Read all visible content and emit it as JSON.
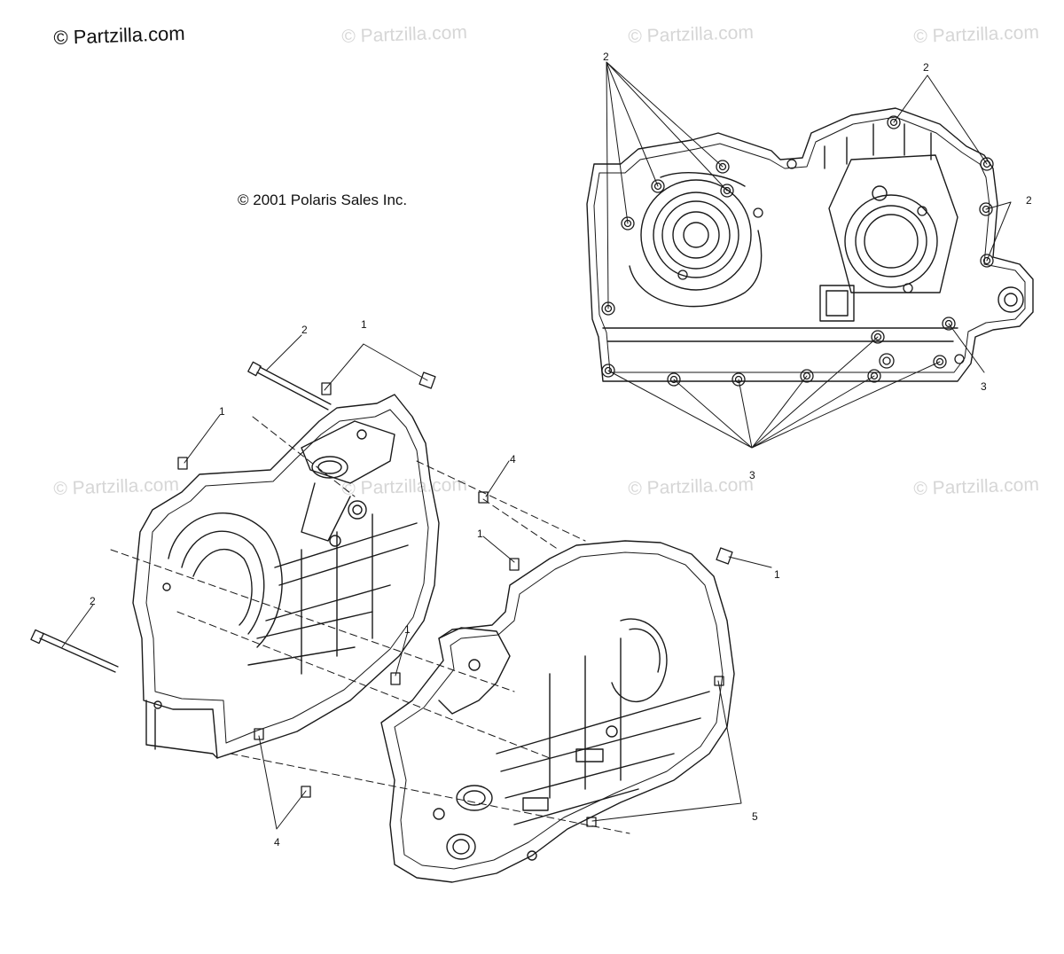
{
  "watermark": {
    "main": "© Partzilla.com",
    "faded": "© Partzilla.com"
  },
  "copyright": "© 2001 Polaris Sales Inc.",
  "callouts": {
    "inset_2_top_left": "2",
    "inset_2_top_right": "2",
    "inset_2_right": "2",
    "inset_3_right": "3",
    "inset_3_bottom": "3",
    "exploded_2_top": "2",
    "exploded_1_top": "1",
    "exploded_1_left": "1",
    "exploded_4_top": "4",
    "exploded_1_mid": "1",
    "exploded_1_right": "1",
    "exploded_2_left": "2",
    "exploded_1_lower": "1",
    "exploded_4_bottom": "4",
    "exploded_5": "5"
  },
  "colors": {
    "line": "#1a1a1a",
    "watermark": "#d6d6d6",
    "background": "#ffffff"
  }
}
